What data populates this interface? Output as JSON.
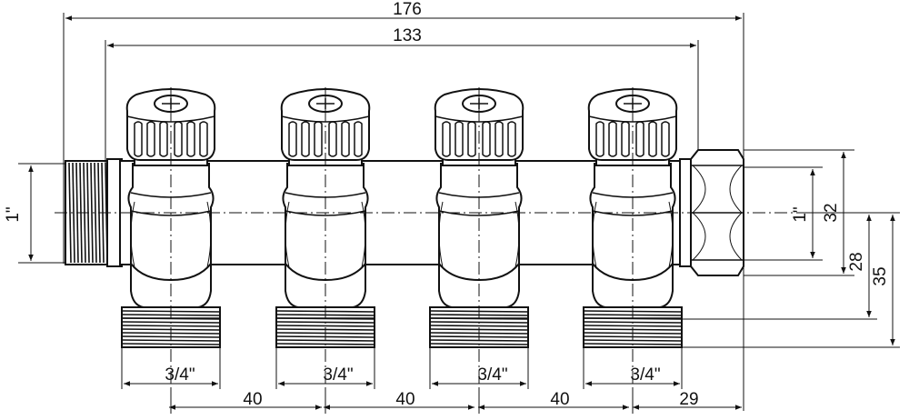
{
  "dimensions": {
    "overall_length": "176",
    "port_span": "133",
    "inlet_thread_left": "1\"",
    "inlet_thread_right": "1\"",
    "body_height": "32",
    "center_to_outlet_face": "28",
    "center_to_outlet_end": "35",
    "outlet_thread": "3/4\"",
    "outlet_pitch": "40",
    "end_offset": "29"
  },
  "outlets": [
    {
      "thread": "3/4\""
    },
    {
      "thread": "3/4\""
    },
    {
      "thread": "3/4\""
    },
    {
      "thread": "3/4\""
    }
  ],
  "pitches": [
    "40",
    "40",
    "40"
  ],
  "colors": {
    "ink": "#111111",
    "paper": "#ffffff"
  }
}
